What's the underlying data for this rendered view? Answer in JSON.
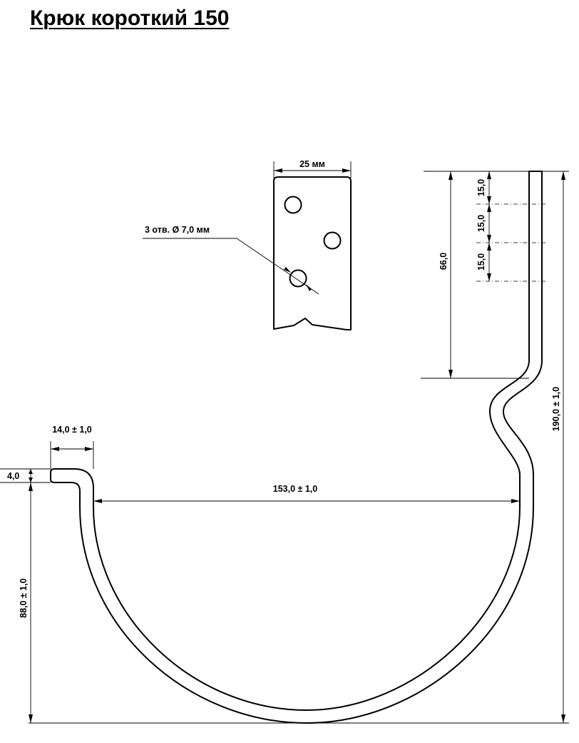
{
  "title": "Крюк короткий 150",
  "dimensions": {
    "strip_width": "25 мм",
    "holes": "3 отв. Ø  7,0 мм",
    "hole_spacing_1": "15,0",
    "hole_spacing_2": "15,0",
    "hole_spacing_3": "15,0",
    "shank_length": "66,0",
    "total_height": "190,0 ± 1,0",
    "lip_length": "14,0 ± 1,0",
    "lip_height": "4,0",
    "inner_width": "153,0 ± 1,0",
    "cup_depth": "88,0 ± 1,0"
  }
}
